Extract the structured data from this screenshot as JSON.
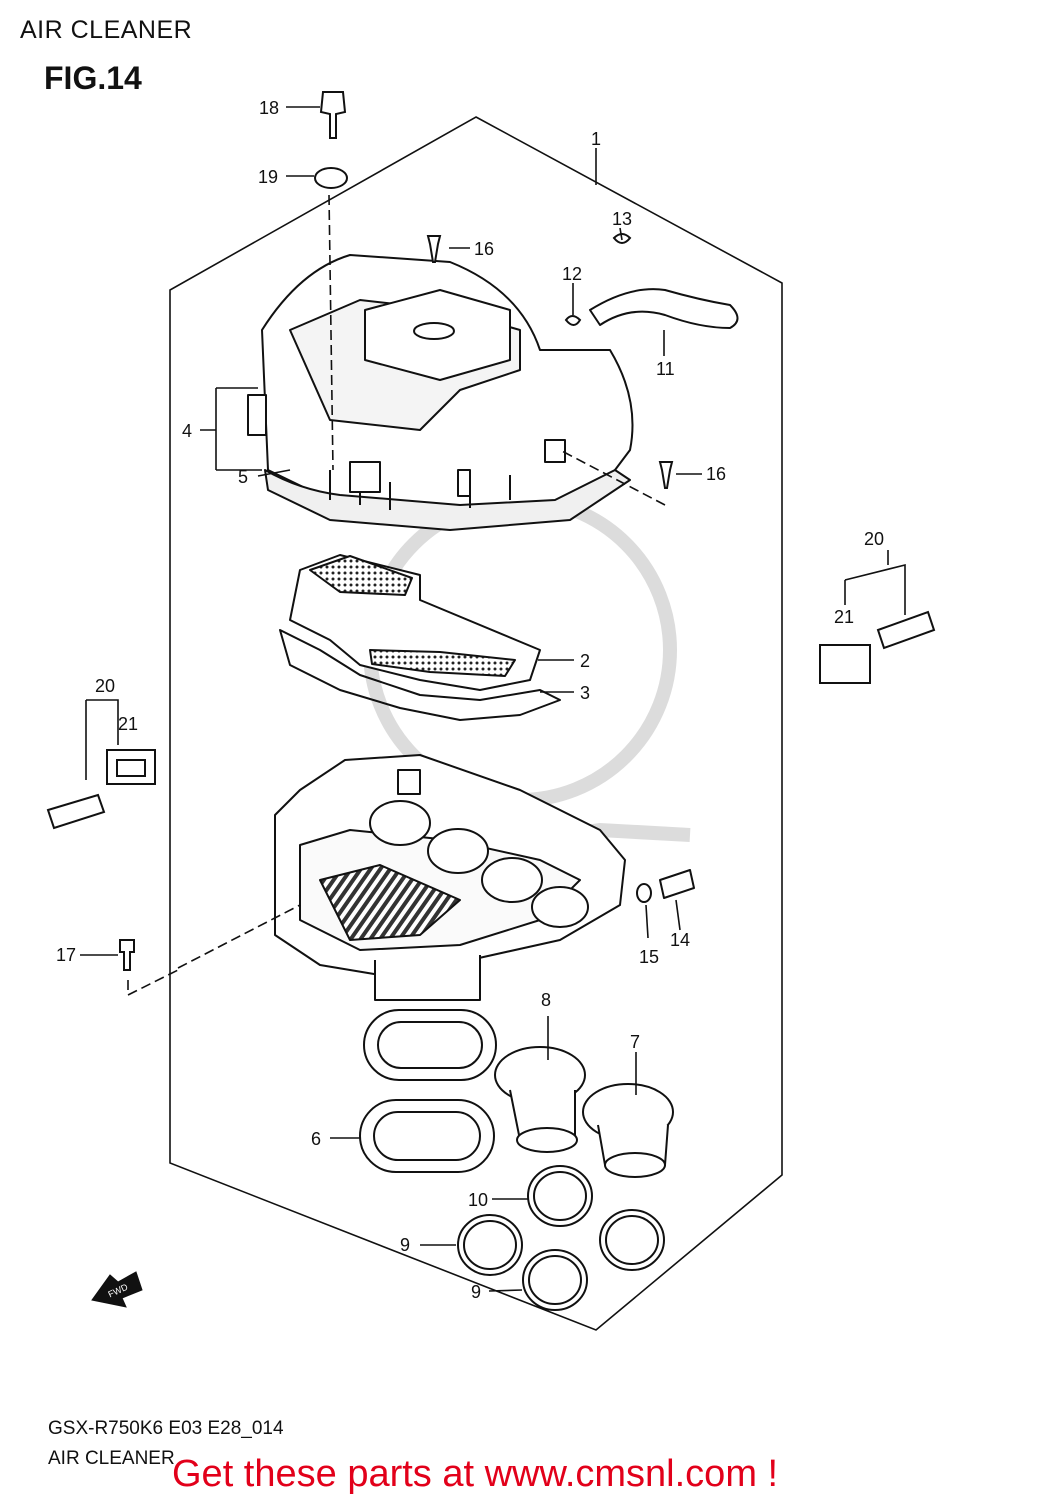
{
  "header": {
    "title": "AIR CLEANER",
    "figure": "FIG.14"
  },
  "callouts": [
    {
      "id": "c1",
      "text": "1"
    },
    {
      "id": "c2",
      "text": "2"
    },
    {
      "id": "c3",
      "text": "3"
    },
    {
      "id": "c4",
      "text": "4"
    },
    {
      "id": "c5",
      "text": "5"
    },
    {
      "id": "c6",
      "text": "6"
    },
    {
      "id": "c7",
      "text": "7"
    },
    {
      "id": "c8",
      "text": "8"
    },
    {
      "id": "c9a",
      "text": "9"
    },
    {
      "id": "c9b",
      "text": "9"
    },
    {
      "id": "c10",
      "text": "10"
    },
    {
      "id": "c11",
      "text": "11"
    },
    {
      "id": "c12",
      "text": "12"
    },
    {
      "id": "c13",
      "text": "13"
    },
    {
      "id": "c14",
      "text": "14"
    },
    {
      "id": "c15",
      "text": "15"
    },
    {
      "id": "c16a",
      "text": "16"
    },
    {
      "id": "c16b",
      "text": "16"
    },
    {
      "id": "c17",
      "text": "17"
    },
    {
      "id": "c18",
      "text": "18"
    },
    {
      "id": "c19",
      "text": "19"
    },
    {
      "id": "c20a",
      "text": "20"
    },
    {
      "id": "c20b",
      "text": "20"
    },
    {
      "id": "c21a",
      "text": "21"
    },
    {
      "id": "c21b",
      "text": "21"
    }
  ],
  "fwd_label": "FWD",
  "footer": {
    "code": "GSX-R750K6 E03 E28_014",
    "title": "AIR CLEANER",
    "promo": "Get these parts at www.cmsnl.com !"
  },
  "colors": {
    "promo": "#e2001a",
    "line": "#111111",
    "watermark": "#d9d9d9"
  }
}
